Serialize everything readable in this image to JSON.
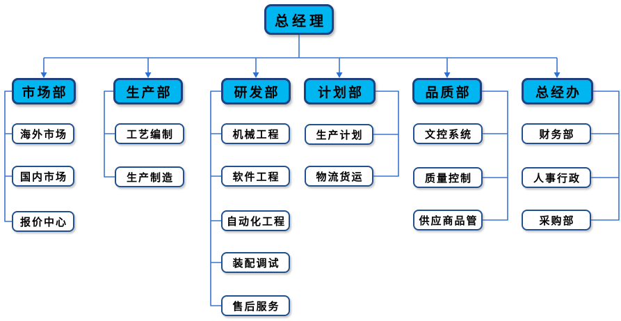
{
  "diagram": {
    "type": "org-chart",
    "root": {
      "label": "总经理"
    },
    "departments": [
      {
        "label": "市场部",
        "children": [
          "海外市场",
          "国内市场",
          "报价中心"
        ]
      },
      {
        "label": "生产部",
        "children": [
          "工艺编制",
          "生产制造"
        ]
      },
      {
        "label": "研发部",
        "children": [
          "机械工程",
          "软件工程",
          "自动化工程",
          "装配调试",
          "售后服务"
        ]
      },
      {
        "label": "计划部",
        "children": [
          "生产计划",
          "物流货运"
        ]
      },
      {
        "label": "品质部",
        "children": [
          "文控系统",
          "质量控制",
          "供应商品管"
        ]
      },
      {
        "label": "总经办",
        "children": [
          "财务部",
          "人事行政",
          "采购部"
        ]
      }
    ]
  },
  "colors": {
    "node_fill_cyan": "#00b6f0",
    "node_border_navy": "#1c4080",
    "sub_node_border": "#20508f",
    "connector_blue": "#3a72d4",
    "background": "#ffffff",
    "text": "#000000"
  }
}
